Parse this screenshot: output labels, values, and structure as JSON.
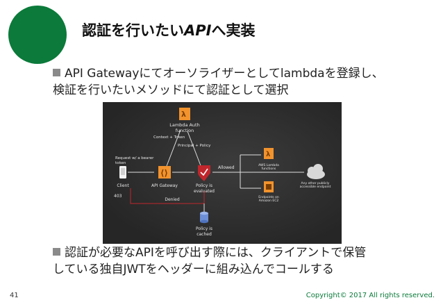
{
  "slide": {
    "title_prefix": "認証を行いたい",
    "title_em": "API",
    "title_suffix": "へ実装",
    "bullet1_line1": "API Gatewayにてオーソライザーとしてlambdaを登録し、",
    "bullet1_line2": "検証を行いたいメソッドにて認証として選択",
    "bullet2_line1": "認証が必要なAPIを呼び出す際には、クライアントで保管",
    "bullet2_line2": "している独自JWTをヘッダーに組み込んでコールする",
    "page_number": "41",
    "copyright": "Copyright© 2017 All rights reserved."
  },
  "diagram": {
    "lambda_auth": "Lambda Auth",
    "lambda_auth_2": "function",
    "context_token": "Context + Token",
    "principal_policy": "Principal + Policy",
    "request_1": "Request w/ a bearer",
    "request_2": "token",
    "client": "Client",
    "api_gateway": "API Gateway",
    "policy_eval_1": "Policy is",
    "policy_eval_2": "evaluated",
    "allowed": "Allowed",
    "denied": "Denied",
    "code_403": "403",
    "policy_cached_1": "Policy is",
    "policy_cached_2": "cached",
    "aws_lambda_1": "AWS Lambda",
    "aws_lambda_2": "functions",
    "ec2_1": "Endpoints on",
    "ec2_2": "Amazon EC2",
    "public_1": "Any other publicly",
    "public_2": "accessible endpoint"
  },
  "colors": {
    "brand_green": "#0b7a3a",
    "aws_orange": "#f2932d",
    "deny_red": "#c0262c"
  }
}
